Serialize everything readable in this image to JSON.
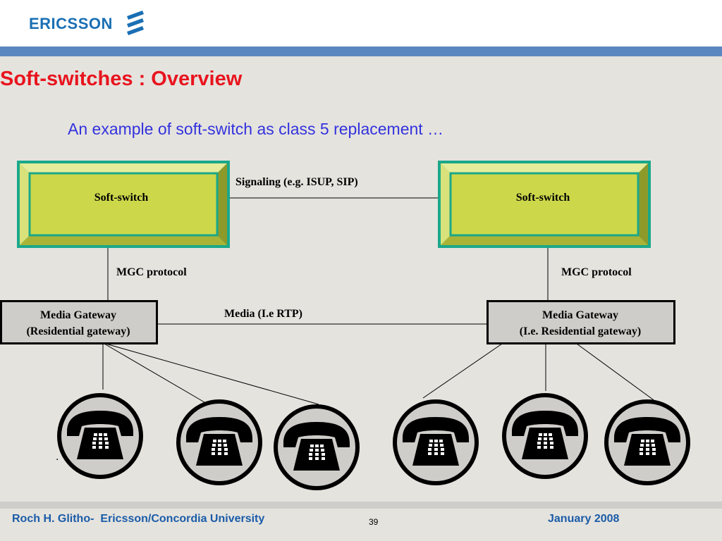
{
  "header": {
    "logo_text": "ERICSSON",
    "brand_color": "#1a6fb4",
    "bar_color": "#5b87c0"
  },
  "slide": {
    "title": "Soft-switches : Overview",
    "subtitle": "An example of soft-switch as class 5 replacement …",
    "title_color": "#e8141e",
    "subtitle_color": "#3333dd",
    "background": "#e5e3de"
  },
  "diagram": {
    "softswitch_left": "Soft-switch",
    "softswitch_right": "Soft-switch",
    "signaling_label": "Signaling (e.g. ISUP, SIP)",
    "mgc_left": "MGC protocol",
    "mgc_right": "MGC protocol",
    "media_label": "Media (I.e RTP)",
    "gateway_left_line1": "Media Gateway",
    "gateway_left_line2": "(Residential gateway)",
    "gateway_right_line1": "Media Gateway",
    "gateway_right_line2": "(I.e. Residential gateway)",
    "phones_left_count": 3,
    "phones_right_count": 3,
    "stray_mark": ".",
    "softswitch_fill": "#ccd84a",
    "softswitch_border": "#1aa88a",
    "gateway_fill": "#cfcdc9",
    "phone_icon": "telephone-icon"
  },
  "footer": {
    "author": "Roch H. Glitho-  Ericsson/Concordia University",
    "page": "39",
    "date": "January 2008",
    "text_color": "#1a5ca8"
  }
}
